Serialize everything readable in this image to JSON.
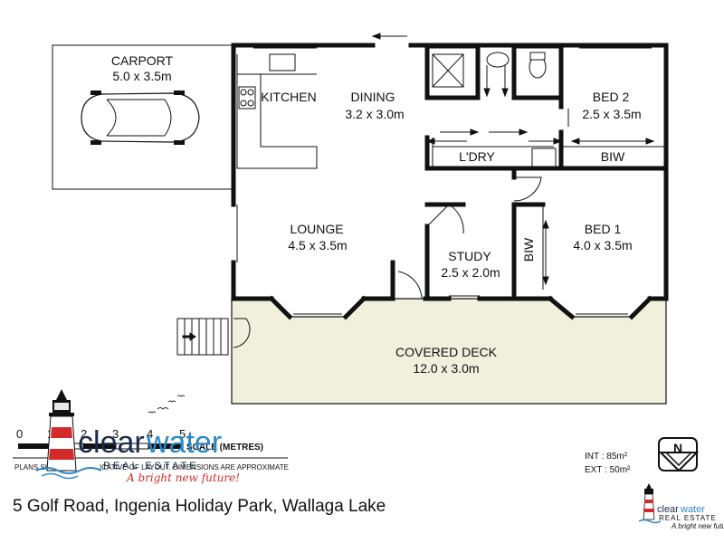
{
  "rooms": {
    "carport": {
      "name": "CARPORT",
      "size": "5.0 x 3.5m"
    },
    "kitchen": {
      "name": "KITCHEN"
    },
    "dining": {
      "name": "DINING",
      "size": "3.2 x 3.0m"
    },
    "bed2": {
      "name": "BED 2",
      "size": "2.5 x 3.5m"
    },
    "laundry": {
      "name": "L'DRY"
    },
    "biw_bed2": {
      "name": "BIW"
    },
    "lounge": {
      "name": "LOUNGE",
      "size": "4.5 x 3.5m"
    },
    "study": {
      "name": "STUDY",
      "size": "2.5 x 2.0m"
    },
    "biw_bed1": {
      "name": "BIW"
    },
    "bed1": {
      "name": "BED 1",
      "size": "4.0 x 3.5m"
    },
    "deck": {
      "name": "COVERED DECK",
      "size": "12.0 x 3.0m"
    }
  },
  "scale": {
    "ticks": [
      "0",
      "1",
      "2",
      "3",
      "4",
      "5"
    ],
    "title": "SCALE (METRES)",
    "disclaimer_left": "PLANS SHOW",
    "disclaimer_right": "ICATIVE OF LAYOUT. DIMENSIONS ARE APPROXIMATE"
  },
  "areas": {
    "int": "INT : 85m²",
    "ext": "EXT : 50m²"
  },
  "compass": {
    "letter": "N"
  },
  "brand": {
    "name_a": "clear",
    "name_b": "water",
    "sub": "REAL ESTATE",
    "tagline": "A bright new future!"
  },
  "address": "5 Golf Road, Ingenia Holiday Park, Wallaga Lake",
  "colors": {
    "deck_fill": "#f0f0dd",
    "wall": "#111111",
    "brand_blue": "#2a88c8",
    "brand_red": "#d42a2a"
  }
}
